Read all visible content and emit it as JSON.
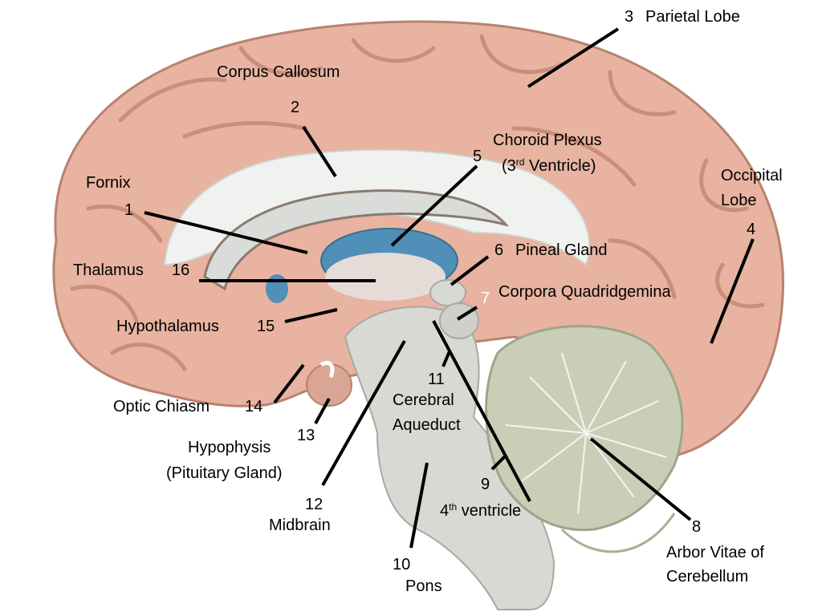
{
  "labels": {
    "l1": {
      "num": "1",
      "name": "Fornix"
    },
    "l2": {
      "num": "2",
      "name": "Corpus Callosum"
    },
    "l3": {
      "num": "3",
      "name": "Parietal Lobe"
    },
    "l4": {
      "num": "4",
      "line1": "Occipital",
      "line2": "Lobe"
    },
    "l5": {
      "num": "5",
      "line1": "Choroid Plexus",
      "pre": "(3",
      "sup": "rd",
      "post": " Ventricle)"
    },
    "l6": {
      "num": "6",
      "name": "Pineal Gland"
    },
    "l7": {
      "num": "7",
      "name": "Corpora Quadridgemina"
    },
    "l8": {
      "num": "8",
      "line1": "Arbor Vitae of",
      "line2": "Cerebellum"
    },
    "l9": {
      "num": "9",
      "pre": "4",
      "sup": "th",
      "post": " ventricle"
    },
    "l10": {
      "num": "10",
      "name": "Pons"
    },
    "l11": {
      "num": "11",
      "line1": "Cerebral",
      "line2": "Aqueduct"
    },
    "l12": {
      "num": "12",
      "name": "Midbrain"
    },
    "l13": {
      "num": "13",
      "line1": "Hypophysis",
      "line2": "(Pituitary Gland)"
    },
    "l14": {
      "num": "14",
      "name": "Optic Chiasm"
    },
    "l15": {
      "num": "15",
      "name": "Hypothalamus"
    },
    "l16": {
      "num": "16",
      "name": "Thalamus"
    }
  },
  "colors": {
    "cortex": "#e8b3a0",
    "cortex_shadow": "#c98e7c",
    "white_matter": "#f0f2ef",
    "corpus_callosum": "#d9dcd8",
    "ventricle": "#4f8fb8",
    "brainstem": "#d8d8d4",
    "cerebellum": "#c9cfb6",
    "leader_line": "#000000"
  }
}
